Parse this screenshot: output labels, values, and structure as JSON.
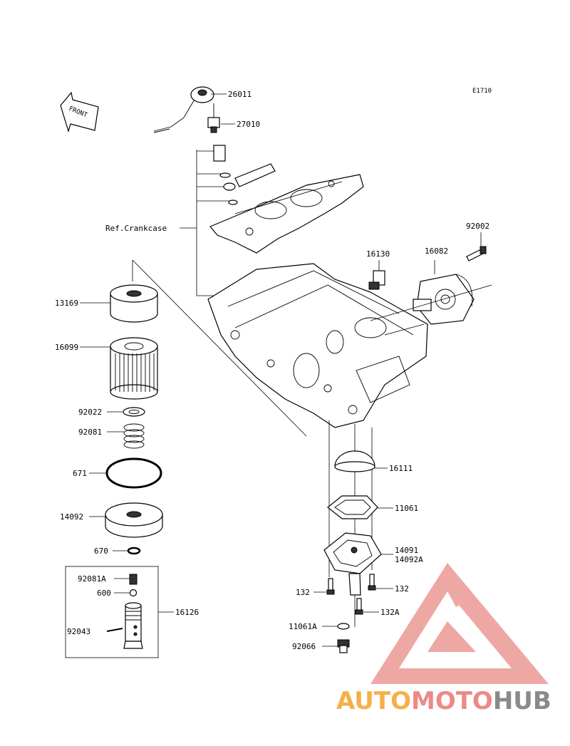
{
  "diagram": {
    "code": "E1710",
    "front_label": "FRONT",
    "ref_label": "Ref.Crankcase",
    "parts": {
      "p26011": "26011",
      "p27010": "27010",
      "p92002": "92002",
      "p16130": "16130",
      "p16082": "16082",
      "p13169": "13169",
      "p16099": "16099",
      "p92022": "92022",
      "p92081": "92081",
      "p671": "671",
      "p14092": "14092",
      "p670": "670",
      "p92081A": "92081A",
      "p600": "600",
      "p92043": "92043",
      "p16126": "16126",
      "p16111": "16111",
      "p11061": "11061",
      "p14091": "14091",
      "p14092A": "14092A",
      "p132_left": "132",
      "p132_right": "132",
      "p132A": "132A",
      "p11061A": "11061A",
      "p92066": "92066"
    }
  },
  "watermark": {
    "part1": "AUTO",
    "part2": "MOTO",
    "part3": "HUB",
    "color_orange": "#f5a623",
    "color_red": "#e57373",
    "color_grey": "#8a8a8a"
  }
}
